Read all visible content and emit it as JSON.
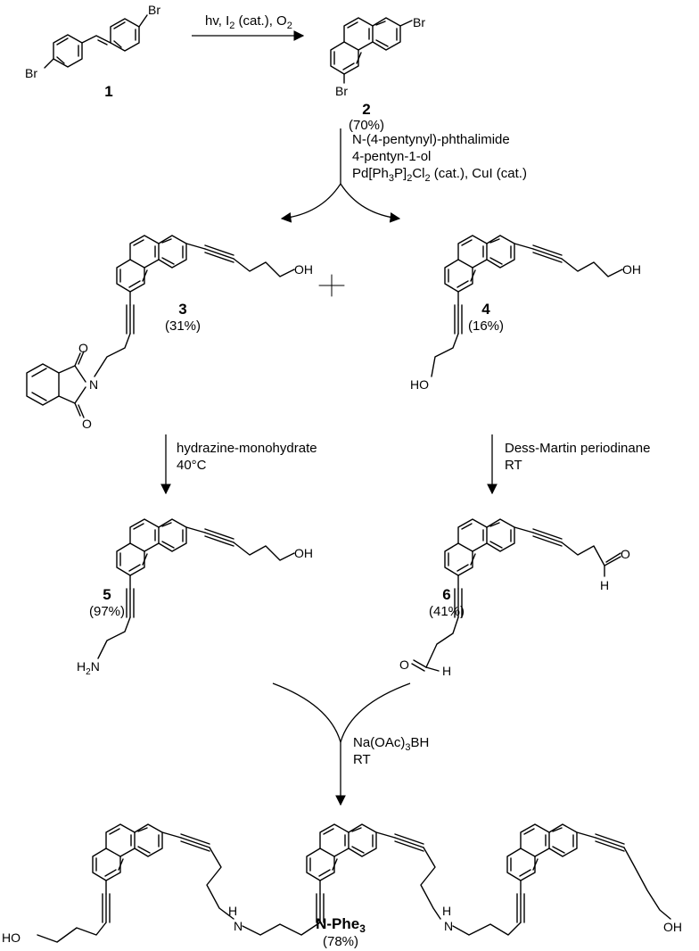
{
  "compounds": {
    "c1": {
      "number": "1",
      "yield": ""
    },
    "c2": {
      "number": "2",
      "yield": "(70%)"
    },
    "c3": {
      "number": "3",
      "yield": "(31%)"
    },
    "c4": {
      "number": "4",
      "yield": "(16%)"
    },
    "c5": {
      "number": "5",
      "yield": "(97%)"
    },
    "c6": {
      "number": "6",
      "yield": "(41%)"
    },
    "final": {
      "name": "N-Phe",
      "sub": "3",
      "yield": "(78%)"
    }
  },
  "steps": {
    "s1": {
      "main": "hv, I",
      "sub1": "2",
      "mid": " (cat.), O",
      "sub2": "2"
    },
    "s2": {
      "line1": "N-(4-pentynyl)-phthalimide",
      "line2": "4-pentyn-1-ol",
      "line3_a": "Pd[Ph",
      "line3_sub1": "3",
      "line3_b": "P]",
      "line3_sub2": "2",
      "line3_c": "Cl",
      "line3_sub3": "2",
      "line3_d": " (cat.), CuI (cat.)"
    },
    "s3": {
      "line1": "hydrazine-monohydrate",
      "line2": "40°C"
    },
    "s4": {
      "line1": "Dess-Martin periodinane",
      "line2": "RT"
    },
    "s5": {
      "line1_a": "Na(OAc)",
      "line1_sub": "3",
      "line1_b": "BH",
      "line2": "RT"
    }
  },
  "atoms": {
    "br": "Br",
    "oh": "OH",
    "ho": "HO",
    "o": "O",
    "h": "H",
    "n": "N",
    "nh_n": "N",
    "nh_h": "H",
    "h2n_h": "H",
    "h2n_2": "2",
    "h2n_n": "N"
  }
}
